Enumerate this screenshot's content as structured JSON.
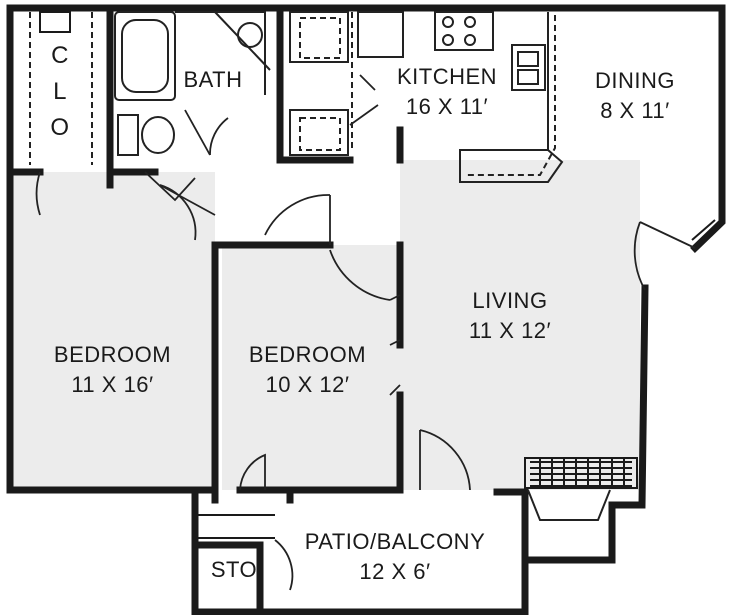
{
  "rooms": {
    "closet": {
      "name": "C L O"
    },
    "bath": {
      "name": "BATH"
    },
    "kitchen": {
      "name": "KITCHEN",
      "size": "16 X 11′"
    },
    "dining": {
      "name": "DINING",
      "size": "8 X 11′"
    },
    "living": {
      "name": "LIVING",
      "size": "11 X 12′"
    },
    "bedroom1": {
      "name": "BEDROOM",
      "size": "11 X 16′"
    },
    "bedroom2": {
      "name": "BEDROOM",
      "size": "10 X 12′"
    },
    "patio": {
      "name": "PATIO/BALCONY",
      "size": "12 X 6′"
    },
    "storage": {
      "name": "STO"
    }
  }
}
